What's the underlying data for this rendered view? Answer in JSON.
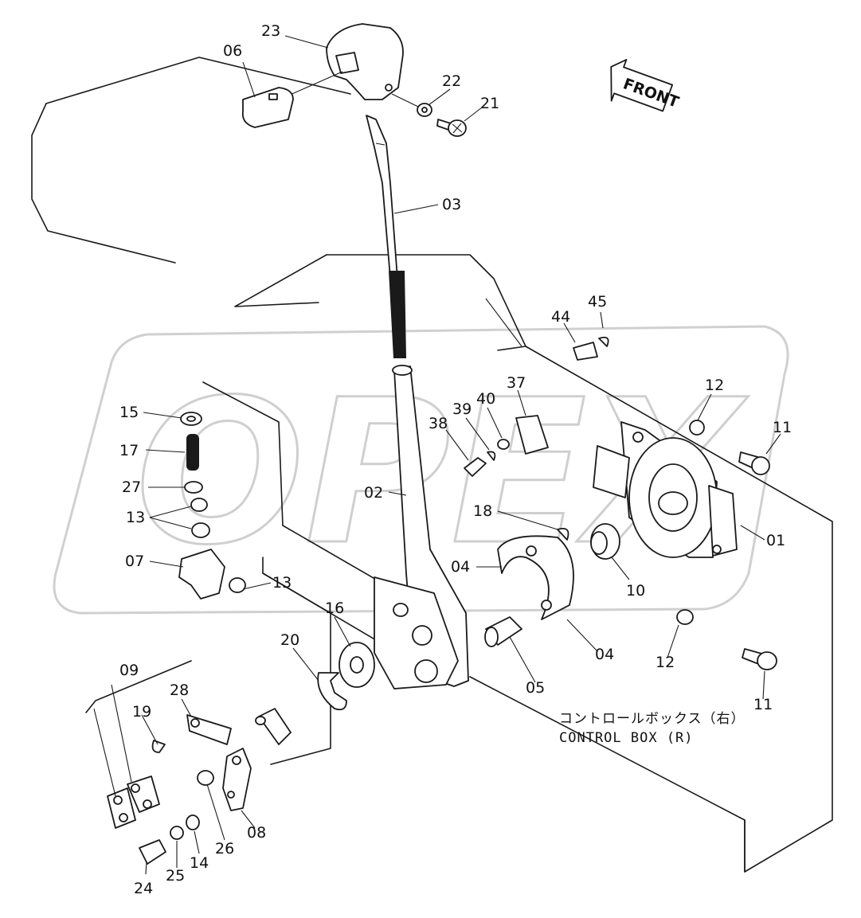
{
  "watermark": "OPEX",
  "front_marker": "FRONT",
  "caption": {
    "jp": "コントロールボックス（右）",
    "en": "CONTROL BOX (R)"
  },
  "callouts": [
    {
      "id": "23",
      "label": "23"
    },
    {
      "id": "06",
      "label": "06"
    },
    {
      "id": "22",
      "label": "22"
    },
    {
      "id": "21",
      "label": "21"
    },
    {
      "id": "03",
      "label": "03"
    },
    {
      "id": "45",
      "label": "45"
    },
    {
      "id": "44",
      "label": "44"
    },
    {
      "id": "12a",
      "label": "12"
    },
    {
      "id": "11a",
      "label": "11"
    },
    {
      "id": "37",
      "label": "37"
    },
    {
      "id": "40",
      "label": "40"
    },
    {
      "id": "39",
      "label": "39"
    },
    {
      "id": "38",
      "label": "38"
    },
    {
      "id": "15",
      "label": "15"
    },
    {
      "id": "17",
      "label": "17"
    },
    {
      "id": "27",
      "label": "27"
    },
    {
      "id": "13a",
      "label": "13"
    },
    {
      "id": "07",
      "label": "07"
    },
    {
      "id": "13b",
      "label": "13"
    },
    {
      "id": "02",
      "label": "02"
    },
    {
      "id": "18",
      "label": "18"
    },
    {
      "id": "01",
      "label": "01"
    },
    {
      "id": "04a",
      "label": "04"
    },
    {
      "id": "10",
      "label": "10"
    },
    {
      "id": "16",
      "label": "16"
    },
    {
      "id": "20",
      "label": "20"
    },
    {
      "id": "04b",
      "label": "04"
    },
    {
      "id": "05",
      "label": "05"
    },
    {
      "id": "12b",
      "label": "12"
    },
    {
      "id": "11b",
      "label": "11"
    },
    {
      "id": "09",
      "label": "09"
    },
    {
      "id": "28",
      "label": "28"
    },
    {
      "id": "19",
      "label": "19"
    },
    {
      "id": "08",
      "label": "08"
    },
    {
      "id": "26",
      "label": "26"
    },
    {
      "id": "14",
      "label": "14"
    },
    {
      "id": "25",
      "label": "25"
    },
    {
      "id": "24",
      "label": "24"
    }
  ]
}
